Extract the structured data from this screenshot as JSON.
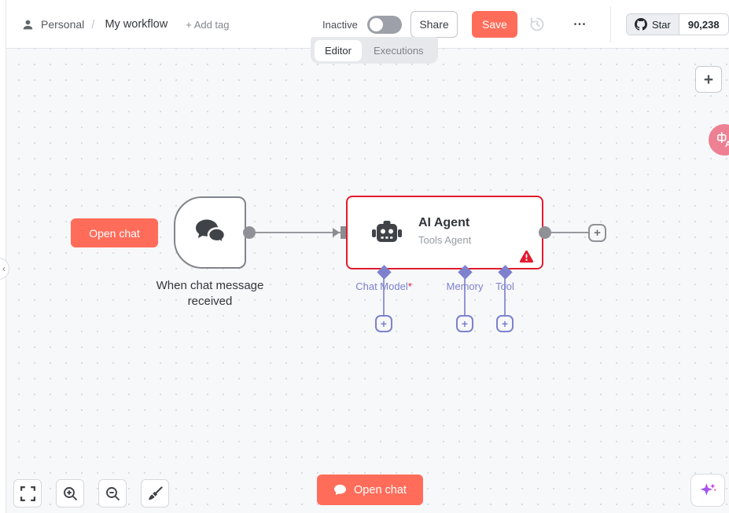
{
  "header": {
    "project_label": "Personal",
    "breadcrumb_separator": "/",
    "workflow_title": "My workflow",
    "add_tag_label": "+ Add tag",
    "activation_label": "Inactive",
    "share_label": "Share",
    "save_label": "Save",
    "more_icon": "•••",
    "github": {
      "star_label": "Star",
      "star_count": "90,238"
    }
  },
  "tabs": {
    "editor_label": "Editor",
    "executions_label": "Executions"
  },
  "canvas": {
    "open_chat_trigger_label": "Open chat",
    "trigger_node": {
      "caption": "When chat message received"
    },
    "agent_node": {
      "title": "AI Agent",
      "subtitle": "Tools Agent"
    },
    "sub_connectors": [
      {
        "label": "Chat Model",
        "required_marker": "*"
      },
      {
        "label": "Memory",
        "required_marker": ""
      },
      {
        "label": "Tool",
        "required_marker": ""
      }
    ]
  },
  "footer": {
    "open_chat_label": "Open chat"
  },
  "icons": {
    "plus": "+",
    "collapse_chevron": "‹",
    "translate_letter": "A"
  },
  "colors": {
    "accent_orange": "#ff6d5a",
    "error_red": "#e11b2e",
    "connector_purple": "#7d81ce",
    "connector_gray": "#8f9196",
    "canvas_background": "#f7f8fa"
  }
}
